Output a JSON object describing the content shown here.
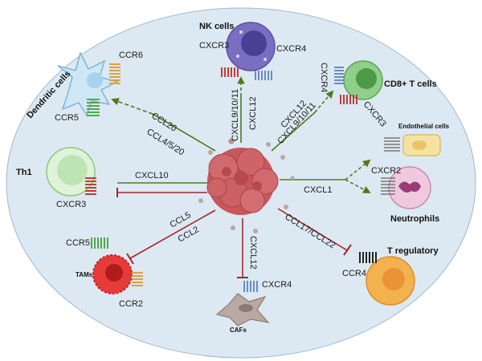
{
  "cells": {
    "nk": "NK cells",
    "dendritic": "Dendritic cells",
    "cd8": "CD8+ T cells",
    "th1": "Th1",
    "endothelial": "Endothelial cells",
    "neutrophils": "Neutrophils",
    "treg": "T regulatory",
    "tams": "TAMs",
    "cafs": "CAFs"
  },
  "receptors": {
    "nk_cxcr3": "CXCR3",
    "nk_cxcr4": "CXCR4",
    "dc_ccr6": "CCR6",
    "dc_ccr5": "CCR5",
    "cd8_cxcr4": "CXCR4",
    "cd8_cxcr3": "CXCR3",
    "th1_cxcr3": "CXCR3",
    "neut_cxcr2": "CXCR2",
    "treg_ccr4": "CCR4",
    "tam_ccr5": "CCR5",
    "tam_ccr2": "CCR2",
    "caf_cxcr4": "CXCR4"
  },
  "ligands": {
    "nk_a": "CXCL9/10/11",
    "nk_b": "CXCL12",
    "dc_a": "CCL20",
    "dc_b": "CCL4/5/20",
    "cd8_a": "CXCL12",
    "cd8_b": "CXCL9/10/11",
    "th1": "CXCL10",
    "neut": "CXCL1",
    "tam_a": "CCL5",
    "tam_b": "CCL2",
    "caf": "CXCL12",
    "treg": "CCL17/CCL22"
  },
  "colors": {
    "background_ellipse": "#dde9f2",
    "tumor": "#c9575c",
    "activation_arrow": "#4e7a1f",
    "inhibition_arrow": "#a3262e"
  }
}
